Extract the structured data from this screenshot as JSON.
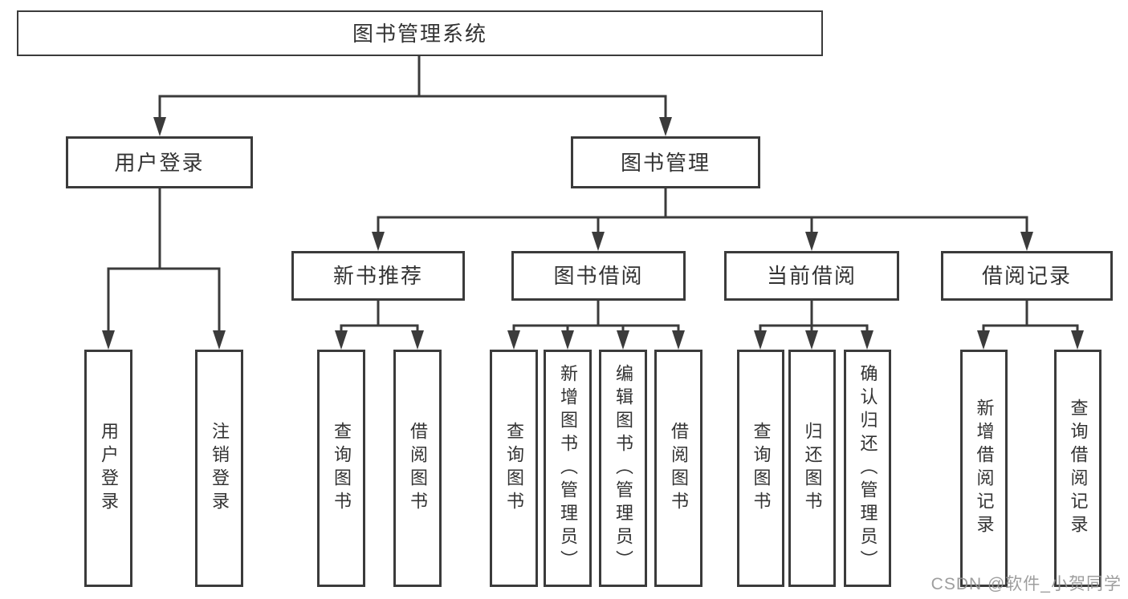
{
  "diagram": {
    "title": "图书管理系统",
    "root": {
      "label": "图书管理系统"
    },
    "level2": {
      "user_login": {
        "label": "用户登录"
      },
      "book_management": {
        "label": "图书管理"
      }
    },
    "level3": {
      "new_book_recommend": {
        "label": "新书推荐"
      },
      "book_borrowing": {
        "label": "图书借阅"
      },
      "current_borrowing": {
        "label": "当前借阅"
      },
      "borrowing_records": {
        "label": "借阅记录"
      }
    },
    "leaves": {
      "login_user_login": {
        "label": "用户登录"
      },
      "login_logout": {
        "label": "注销登录"
      },
      "new_query_books": {
        "label": "查询图书"
      },
      "new_borrow_books": {
        "label": "借阅图书"
      },
      "borrow_query_books": {
        "label": "查询图书"
      },
      "borrow_add_books_admin": {
        "label": "新增图书（管理员）"
      },
      "borrow_edit_books_admin": {
        "label": "编辑图书（管理员）"
      },
      "borrow_borrow_books": {
        "label": "借阅图书"
      },
      "current_query_books": {
        "label": "查询图书"
      },
      "current_return_books": {
        "label": "归还图书"
      },
      "current_confirm_return_admin": {
        "label": "确认归还（管理员）"
      },
      "records_add_record": {
        "label": "新增借阅记录"
      },
      "records_query_record": {
        "label": "查询借阅记录"
      }
    }
  },
  "watermark": {
    "text": "CSDN @软件_小贺同学"
  },
  "colors": {
    "line": "#3b3b3b",
    "box_border": "#3b3b3b",
    "box_background": "#ffffff",
    "text": "#333333",
    "watermark": "#949494",
    "page_background": "#ffffff"
  }
}
